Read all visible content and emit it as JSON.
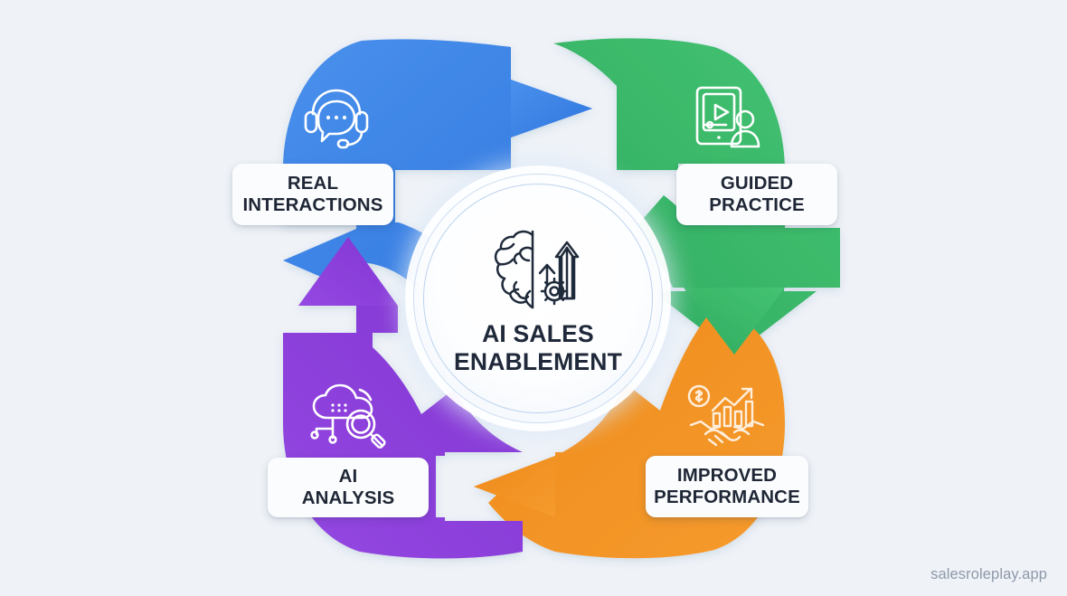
{
  "meta": {
    "background_color": "#eff3f8",
    "watermark": "salesroleplay.app"
  },
  "hub": {
    "title": "AI SALES\nENABLEMENT",
    "icon": "brain-gear-growth-icon",
    "text_color": "#20293a"
  },
  "cycle": {
    "direction": "clockwise",
    "steps": [
      {
        "id": "real-interactions",
        "label": "REAL\nINTERACTIONS",
        "color": "#3b82e8",
        "position": "top-left",
        "icon": "headset-chat-icon",
        "order": 1
      },
      {
        "id": "guided-practice",
        "label": "GUIDED\nPRACTICE",
        "color": "#3bba67",
        "position": "top-right",
        "icon": "tablet-video-person-icon",
        "order": 2
      },
      {
        "id": "improved-performance",
        "label": "IMPROVED\nPERFORMANCE",
        "color": "#f18f22",
        "position": "bottom-right",
        "icon": "handshake-growth-dollar-icon",
        "order": 3
      },
      {
        "id": "ai-analysis",
        "label": "AI\nANALYSIS",
        "color": "#8b3fd9",
        "position": "bottom-left",
        "icon": "cloud-magnifier-data-icon",
        "order": 4
      }
    ],
    "arrows": [
      {
        "id": "arrow-top",
        "from": "real-interactions",
        "to": "guided-practice",
        "direction": "right",
        "color": "#3b82e8"
      },
      {
        "id": "arrow-right",
        "from": "guided-practice",
        "to": "improved-performance",
        "direction": "down",
        "color": "#3bba67"
      },
      {
        "id": "arrow-bottom",
        "from": "improved-performance",
        "to": "ai-analysis",
        "direction": "left",
        "color": "#f18f22"
      },
      {
        "id": "arrow-left",
        "from": "ai-analysis",
        "to": "real-interactions",
        "direction": "up",
        "color": "#8b3fd9"
      }
    ]
  }
}
